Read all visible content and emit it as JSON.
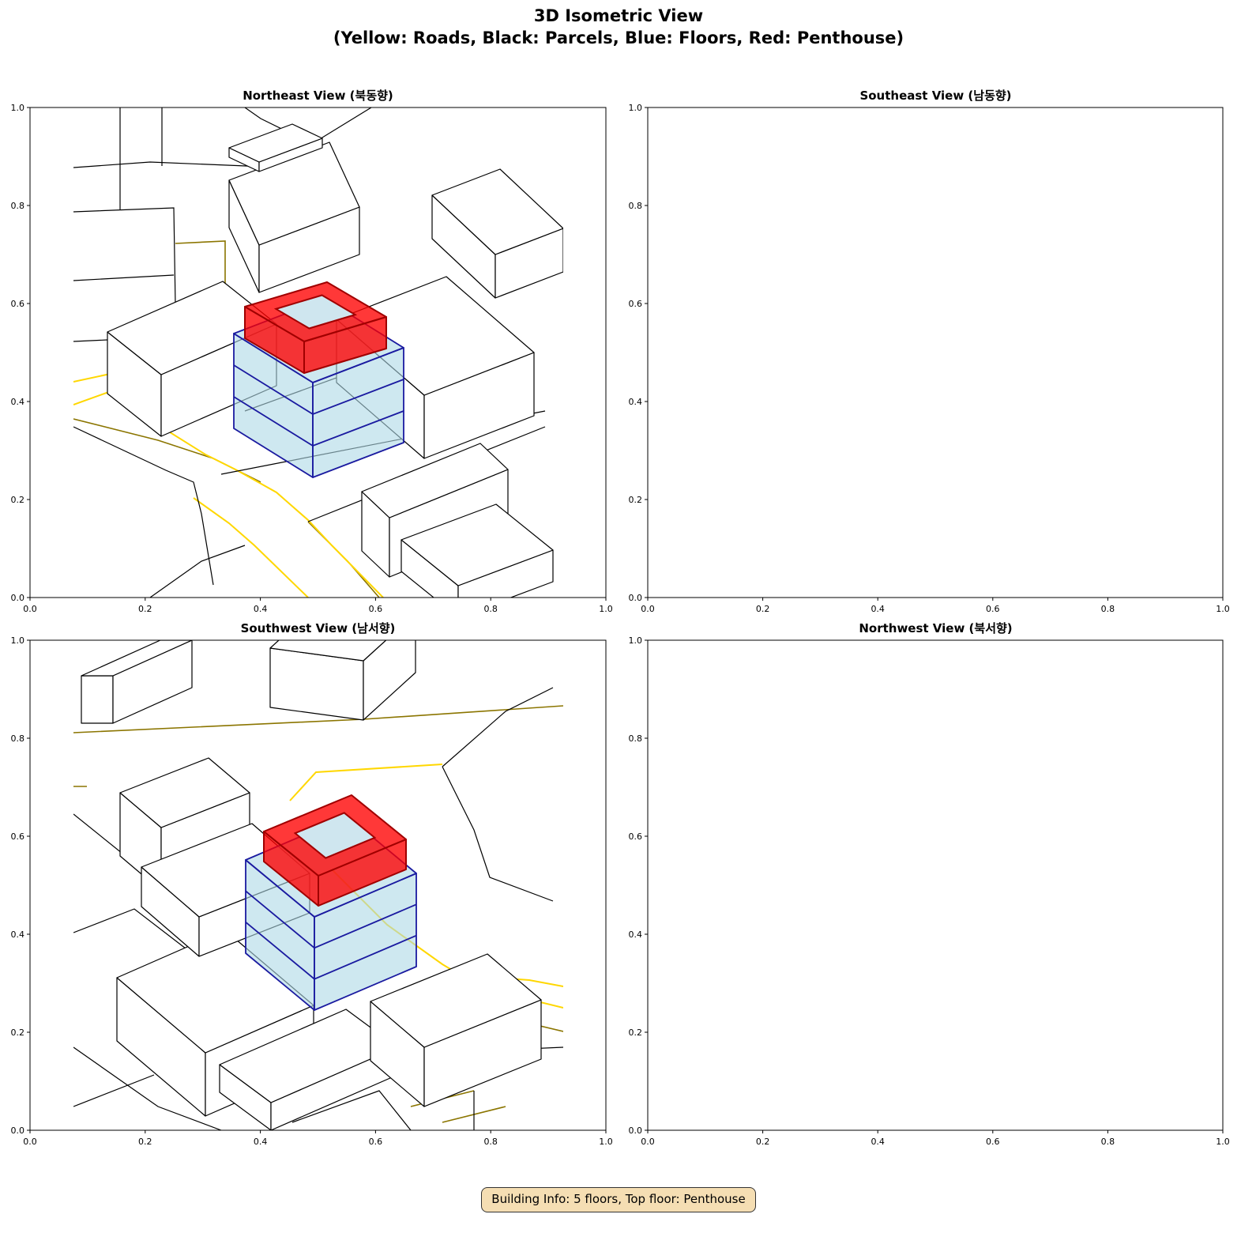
{
  "figure": {
    "title_line1": "3D Isometric View",
    "title_line2": "(Yellow: Roads, Black: Parcels, Blue: Floors, Red: Penthouse)",
    "info_box": "Building Info: 5 floors, Top floor: Penthouse"
  },
  "colors": {
    "road": "#ffd700",
    "road_dark": "#8b7500",
    "parcel": "#000000",
    "floor_fill": "#add8e6",
    "floor_edge": "#1a1aa0",
    "penthouse": "#ff0000"
  },
  "chart_data": {
    "type": "line",
    "title": "3D Isometric View (Yellow: Roads, Black: Parcels, Blue: Floors, Red: Penthouse)",
    "building": {
      "floors": 5,
      "top_floor": "Penthouse"
    },
    "legend": [
      "Yellow: Roads",
      "Black: Parcels",
      "Blue: Floors",
      "Red: Penthouse"
    ],
    "subplots": [
      {
        "title": "Northeast View (북동향)",
        "xlim": [
          0,
          1
        ],
        "ylim": [
          0,
          1
        ]
      },
      {
        "title": "Southeast View (남동향)",
        "xlim": [
          0,
          1
        ],
        "ylim": [
          0,
          1
        ]
      },
      {
        "title": "Southwest View (남서향)",
        "xlim": [
          0,
          1
        ],
        "ylim": [
          0,
          1
        ]
      },
      {
        "title": "Northwest View (북서향)",
        "xlim": [
          0,
          1
        ],
        "ylim": [
          0,
          1
        ]
      }
    ],
    "xticks": [
      "0.0",
      "0.2",
      "0.4",
      "0.6",
      "0.8",
      "1.0"
    ],
    "yticks": [
      "0.0",
      "0.2",
      "0.4",
      "0.6",
      "0.8",
      "1.0"
    ]
  }
}
